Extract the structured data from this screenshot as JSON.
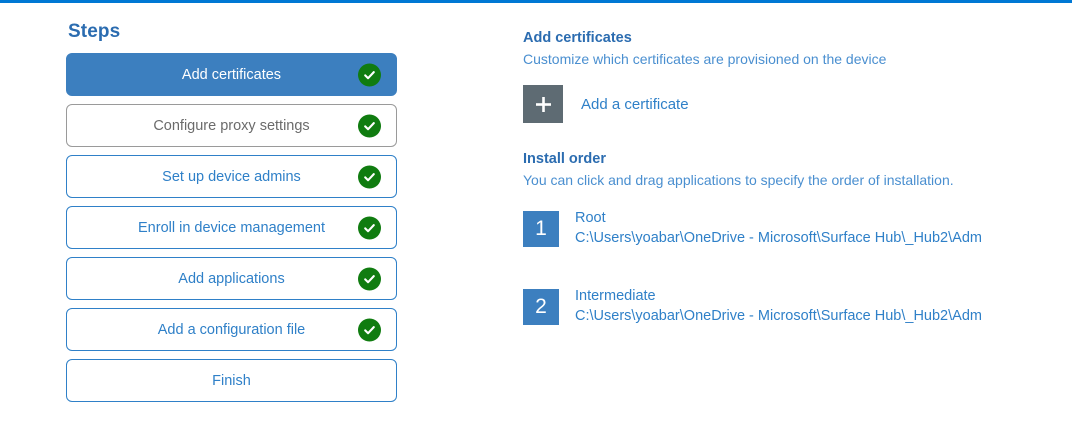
{
  "accent_color": "#0078d4",
  "steps_panel": {
    "heading": "Steps",
    "items": [
      {
        "label": "Add certificates",
        "state": "selected",
        "completed": true
      },
      {
        "label": "Configure proxy settings",
        "state": "muted",
        "completed": true
      },
      {
        "label": "Set up device admins",
        "state": "normal",
        "completed": true
      },
      {
        "label": "Enroll in device management",
        "state": "normal",
        "completed": true
      },
      {
        "label": "Add applications",
        "state": "normal",
        "completed": true
      },
      {
        "label": "Add a configuration file",
        "state": "normal",
        "completed": true
      },
      {
        "label": "Finish",
        "state": "normal",
        "completed": false
      }
    ]
  },
  "detail": {
    "title": "Add certificates",
    "subtitle": "Customize which certificates are provisioned on the device",
    "add_certificate_label": "Add a certificate",
    "add_certificate_icon": "plus-icon",
    "install_order": {
      "title": "Install order",
      "subtitle": "You can click and drag applications to specify the order of installation.",
      "items": [
        {
          "index": "1",
          "name": "Root",
          "path": "C:\\Users\\yoabar\\OneDrive - Microsoft\\Surface Hub\\_Hub2\\Adm"
        },
        {
          "index": "2",
          "name": "Intermediate",
          "path": "C:\\Users\\yoabar\\OneDrive - Microsoft\\Surface Hub\\_Hub2\\Adm"
        }
      ]
    }
  }
}
